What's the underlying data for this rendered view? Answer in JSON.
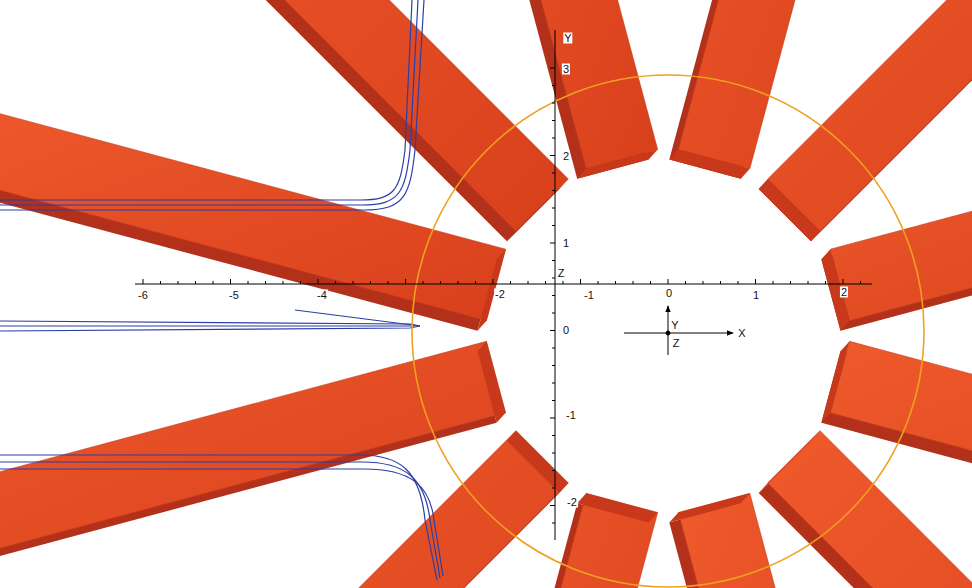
{
  "diagram": {
    "labels": [
      "Y",
      "3",
      "2",
      "1",
      "Z",
      "-6",
      "-5",
      "-4",
      "-2",
      "-1",
      "0",
      "1",
      "2",
      "0",
      "-1",
      "-2",
      "Y",
      "Z",
      "X"
    ]
  }
}
